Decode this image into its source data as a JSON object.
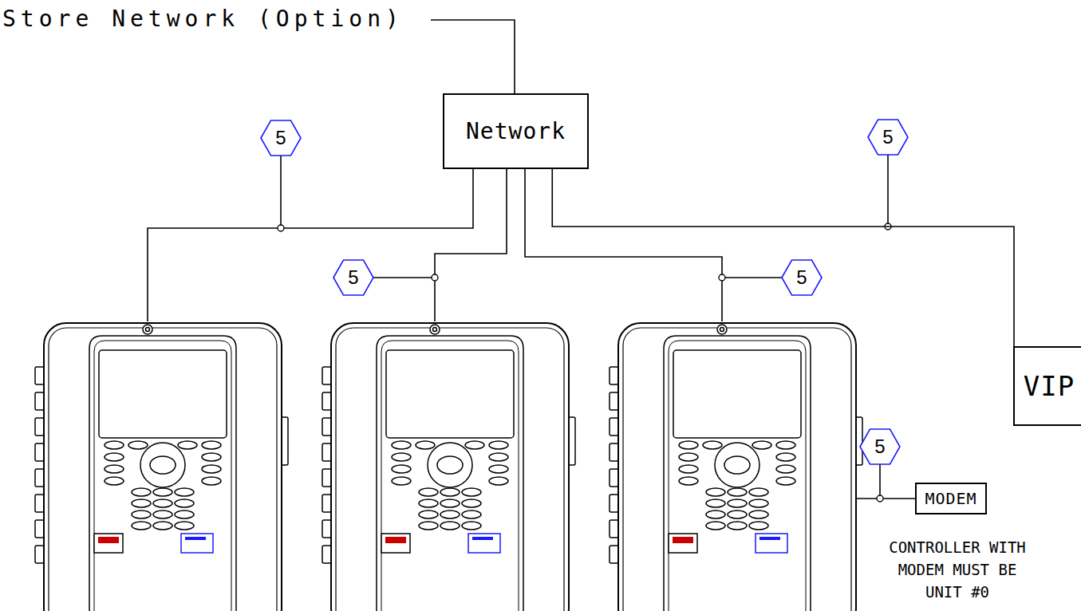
{
  "diagram": {
    "nodes": [
      {
        "text": [
          "Network"
        ]
      },
      {
        "text": [
          "VIP"
        ]
      },
      {
        "text": [
          "MODEM"
        ]
      }
    ],
    "edges": [
      {
        "from": 0,
        "to": 1,
        "arrow": "none"
      }
    ],
    "labels": [
      "Store Network (Option)",
      "5",
      "5",
      "5",
      "5",
      "5",
      "CONTROLLER WITH MODEM MUST BE UNIT #0"
    ]
  }
}
